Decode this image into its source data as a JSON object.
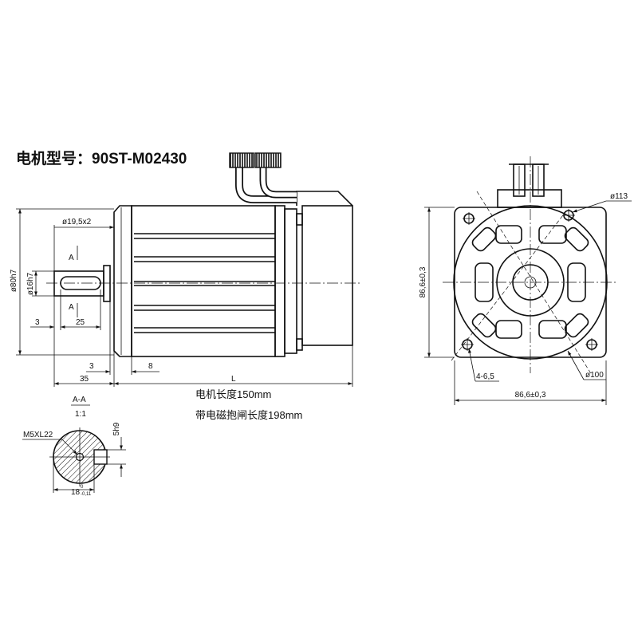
{
  "title": "电机型号：90ST-M02430",
  "side_view": {
    "dim_shaft_top": "ø19,5x2",
    "section_mark_top": "A",
    "section_mark_bottom": "A",
    "dim_flange_dia": "ø80h7",
    "dim_shaft_dia": "ø16h7",
    "dim_3_left": "3",
    "dim_25": "25",
    "dim_3_lower": "3",
    "dim_8": "8",
    "dim_35": "35",
    "dim_L": "L"
  },
  "notes": {
    "motor_length": "电机长度150mm",
    "brake_length": "带电磁抱闸长度198mm"
  },
  "section": {
    "title": "A-A",
    "scale": "1:1",
    "thread": "M5XL22",
    "key_width": "5h9",
    "dim_18": "18",
    "tol_upper": "0",
    "tol_lower": "-0,11"
  },
  "front_view": {
    "dia_113": "ø113",
    "height": "86,6±0,3",
    "holes": "4-6,5",
    "dia_100": "ø100",
    "width": "86,6±0,3"
  }
}
